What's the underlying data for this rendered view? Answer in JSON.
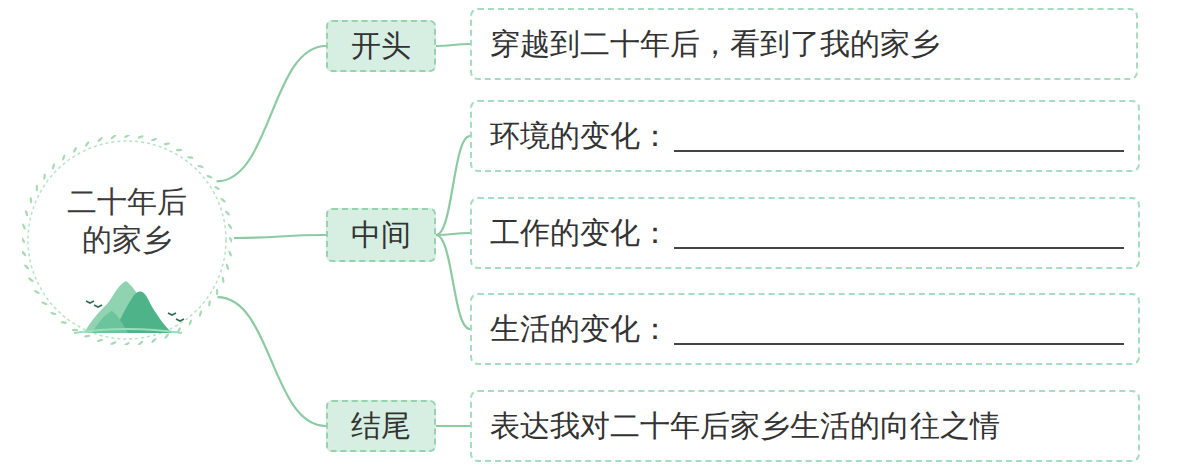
{
  "diagram": {
    "nodes": [
      {
        "text": [
          "二十年后 的家乡"
        ]
      },
      {
        "text": [
          "开头"
        ]
      },
      {
        "text": [
          "穿越到二十年后，看到了我的家乡"
        ]
      },
      {
        "text": [
          "中间"
        ]
      },
      {
        "text": [
          "环境的变化："
        ]
      },
      {
        "text": [
          "工作的变化："
        ]
      },
      {
        "text": [
          "生活的变化："
        ]
      },
      {
        "text": [
          "结尾"
        ]
      },
      {
        "text": [
          "表达我对二十年后家乡生活的向往之情"
        ]
      }
    ],
    "edges": [
      {
        "from": 0,
        "to": 1,
        "arrow": "none"
      },
      {
        "from": 0,
        "to": 3,
        "arrow": "none"
      },
      {
        "from": 0,
        "to": 7,
        "arrow": "none"
      },
      {
        "from": 1,
        "to": 2,
        "arrow": "none"
      },
      {
        "from": 3,
        "to": 4,
        "arrow": "none"
      },
      {
        "from": 3,
        "to": 5,
        "arrow": "none"
      },
      {
        "from": 3,
        "to": 6,
        "arrow": "none"
      },
      {
        "from": 7,
        "to": 8,
        "arrow": "none"
      }
    ]
  }
}
